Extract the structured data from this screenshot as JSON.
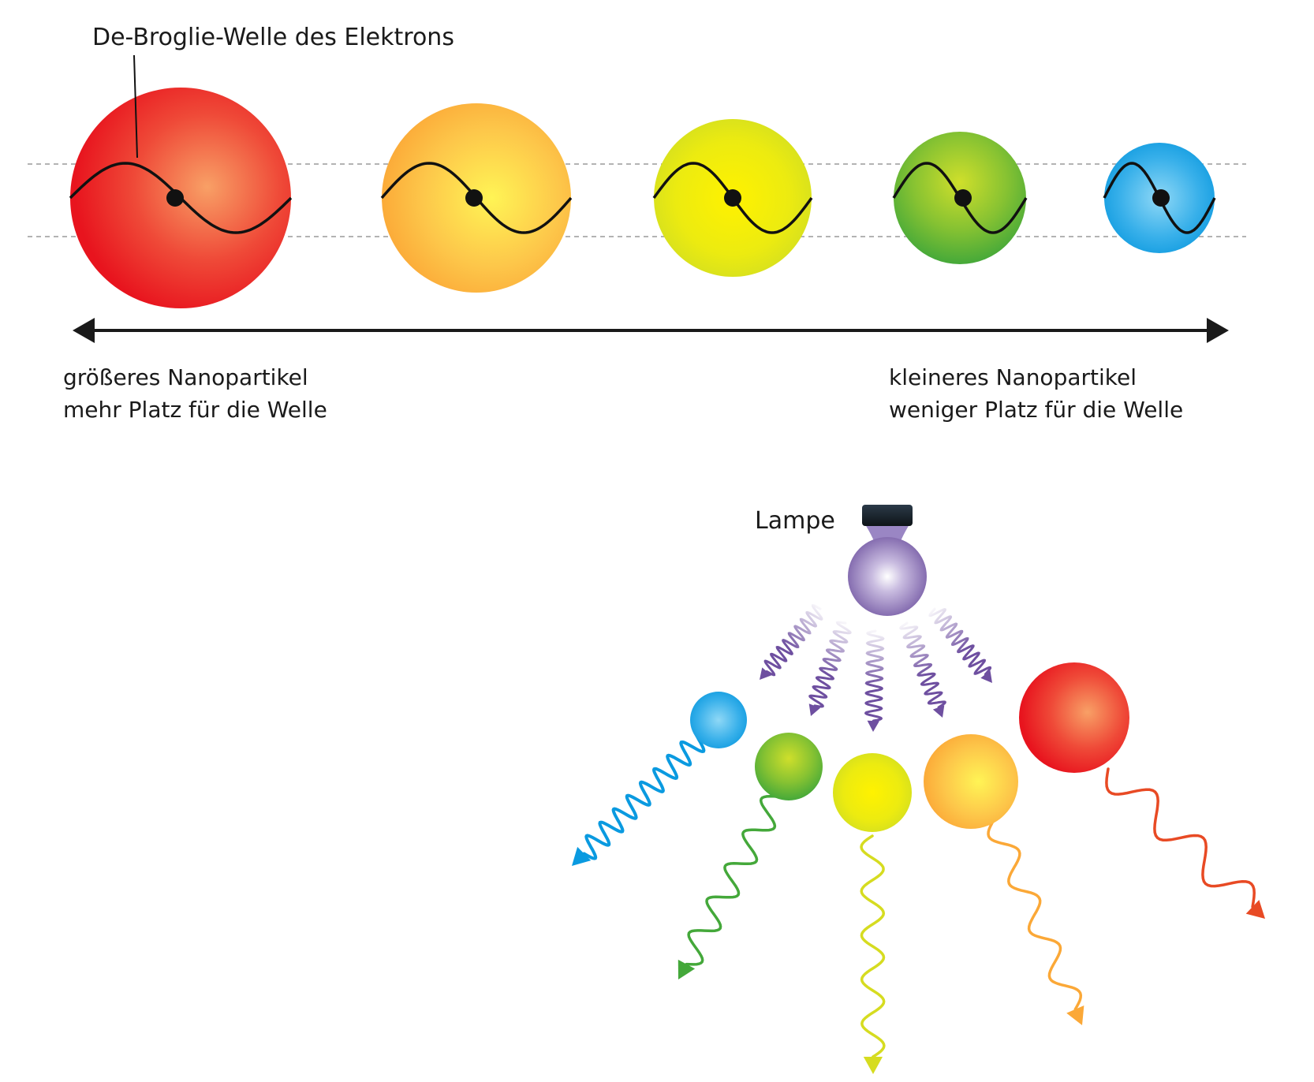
{
  "labels": {
    "wave_label": "De-Broglie-Welle des Elektrons",
    "large_line1": "größeres Nanopartikel",
    "large_line2": "mehr Platz für die Welle",
    "small_line1": "kleineres Nanopartikel",
    "small_line2": "weniger Platz für die Welle",
    "lamp": "Lampe"
  },
  "colors": {
    "red": "#e8141e",
    "orange": "#fba837",
    "yellow": "#d6dc20",
    "green": "#44a83a",
    "blue": "#0a9ae0",
    "violet": "#6e4fa0",
    "arrow": "#1a1a1a",
    "guide": "#9a9a9a"
  },
  "particles": [
    {
      "name": "red",
      "size": "größeres Nanopartikel",
      "color": "#e8141e"
    },
    {
      "name": "orange",
      "color": "#fba837"
    },
    {
      "name": "yellow",
      "color": "#d6dc20"
    },
    {
      "name": "green",
      "color": "#44a83a"
    },
    {
      "name": "blue",
      "size": "kleineres Nanopartikel",
      "color": "#0a9ae0"
    }
  ],
  "emitters": [
    "blue",
    "green",
    "yellow",
    "orange",
    "red"
  ],
  "icons": {
    "lamp": "light-bulb-icon",
    "emission": "wavy-arrow-icon",
    "electron": "dot-icon"
  }
}
